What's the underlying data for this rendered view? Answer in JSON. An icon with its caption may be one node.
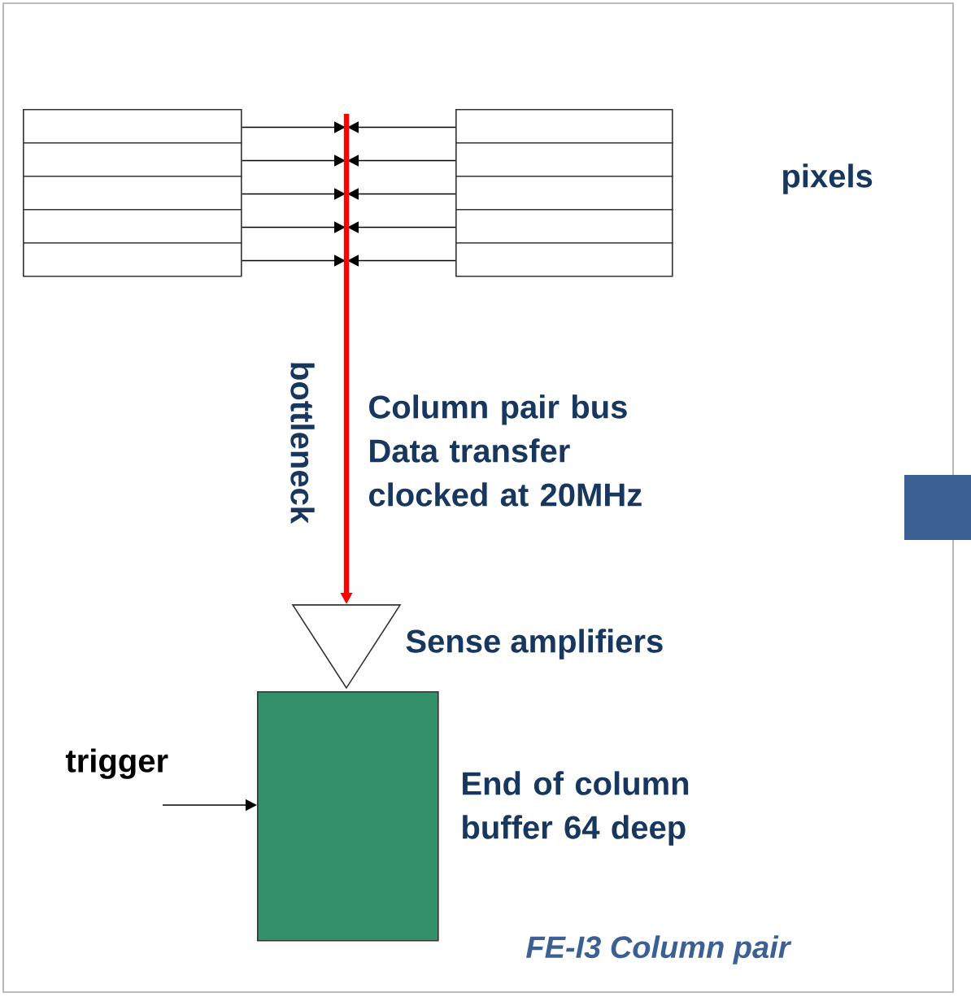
{
  "diagram": {
    "caption": "FE-I3 Column pair",
    "nodes": [
      {
        "text": [],
        "shape": "box"
      },
      {
        "text": [],
        "shape": "box"
      },
      {
        "text": [],
        "shape": "box"
      },
      {
        "text": [],
        "shape": "box"
      },
      {
        "text": [],
        "shape": "box"
      },
      {
        "text": [],
        "shape": "box"
      },
      {
        "text": [],
        "shape": "box"
      },
      {
        "text": [],
        "shape": "box"
      },
      {
        "text": [],
        "shape": "box"
      },
      {
        "text": [],
        "shape": "box"
      },
      {
        "text": [],
        "shape": "triangle",
        "beside": [
          "Sense amplifiers"
        ]
      },
      {
        "text": [],
        "shape": "box",
        "beside": [
          "End of column buffer 64 deep"
        ]
      },
      {
        "text": [
          "trigger"
        ]
      }
    ],
    "edges": [
      {
        "from": 0,
        "to": null,
        "arrow": "to"
      },
      {
        "from": 1,
        "to": null,
        "arrow": "to"
      },
      {
        "from": 2,
        "to": null,
        "arrow": "to"
      },
      {
        "from": 3,
        "to": null,
        "arrow": "to"
      },
      {
        "from": 4,
        "to": null,
        "arrow": "to"
      },
      {
        "from": 5,
        "to": null,
        "arrow": "to"
      },
      {
        "from": 6,
        "to": null,
        "arrow": "to"
      },
      {
        "from": 7,
        "to": null,
        "arrow": "to"
      },
      {
        "from": 8,
        "to": null,
        "arrow": "to"
      },
      {
        "from": 9,
        "to": null,
        "arrow": "to"
      },
      {
        "from": null,
        "to": 10,
        "arrow": "to",
        "label": "bottleneck",
        "style": "thick",
        "color": "#ff0000"
      },
      {
        "from": 12,
        "to": 11,
        "arrow": "to"
      }
    ],
    "labels": [
      "pixels",
      "Column pair bus Data transfer clocked at 20MHz"
    ]
  }
}
